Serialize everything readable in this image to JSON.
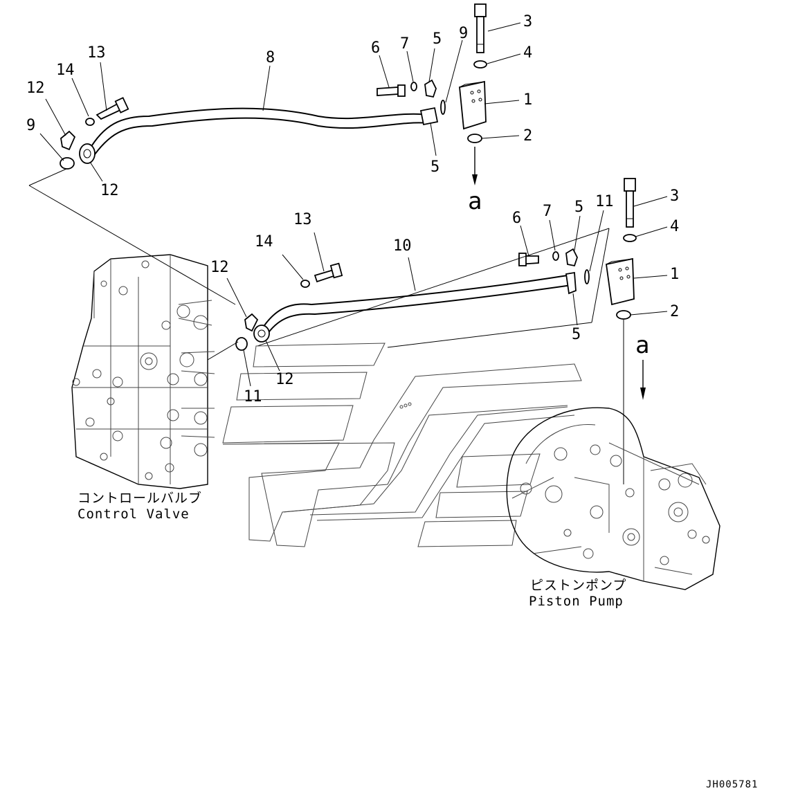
{
  "drawing_code": "JH005781",
  "view_ref": "a",
  "components": {
    "control_valve": {
      "label_jp": "コントロールバルブ",
      "label_en": "Control Valve"
    },
    "piston_pump": {
      "label_jp": "ピストンポンプ",
      "label_en": "Piston Pump"
    }
  },
  "upper_assembly": {
    "callouts": [
      "1",
      "2",
      "3",
      "4",
      "5",
      "5",
      "6",
      "7",
      "8",
      "9",
      "9",
      "12",
      "12",
      "13",
      "14"
    ]
  },
  "lower_assembly": {
    "callouts": [
      "1",
      "2",
      "3",
      "4",
      "5",
      "5",
      "6",
      "7",
      "10",
      "11",
      "11",
      "12",
      "12",
      "13",
      "14"
    ]
  }
}
